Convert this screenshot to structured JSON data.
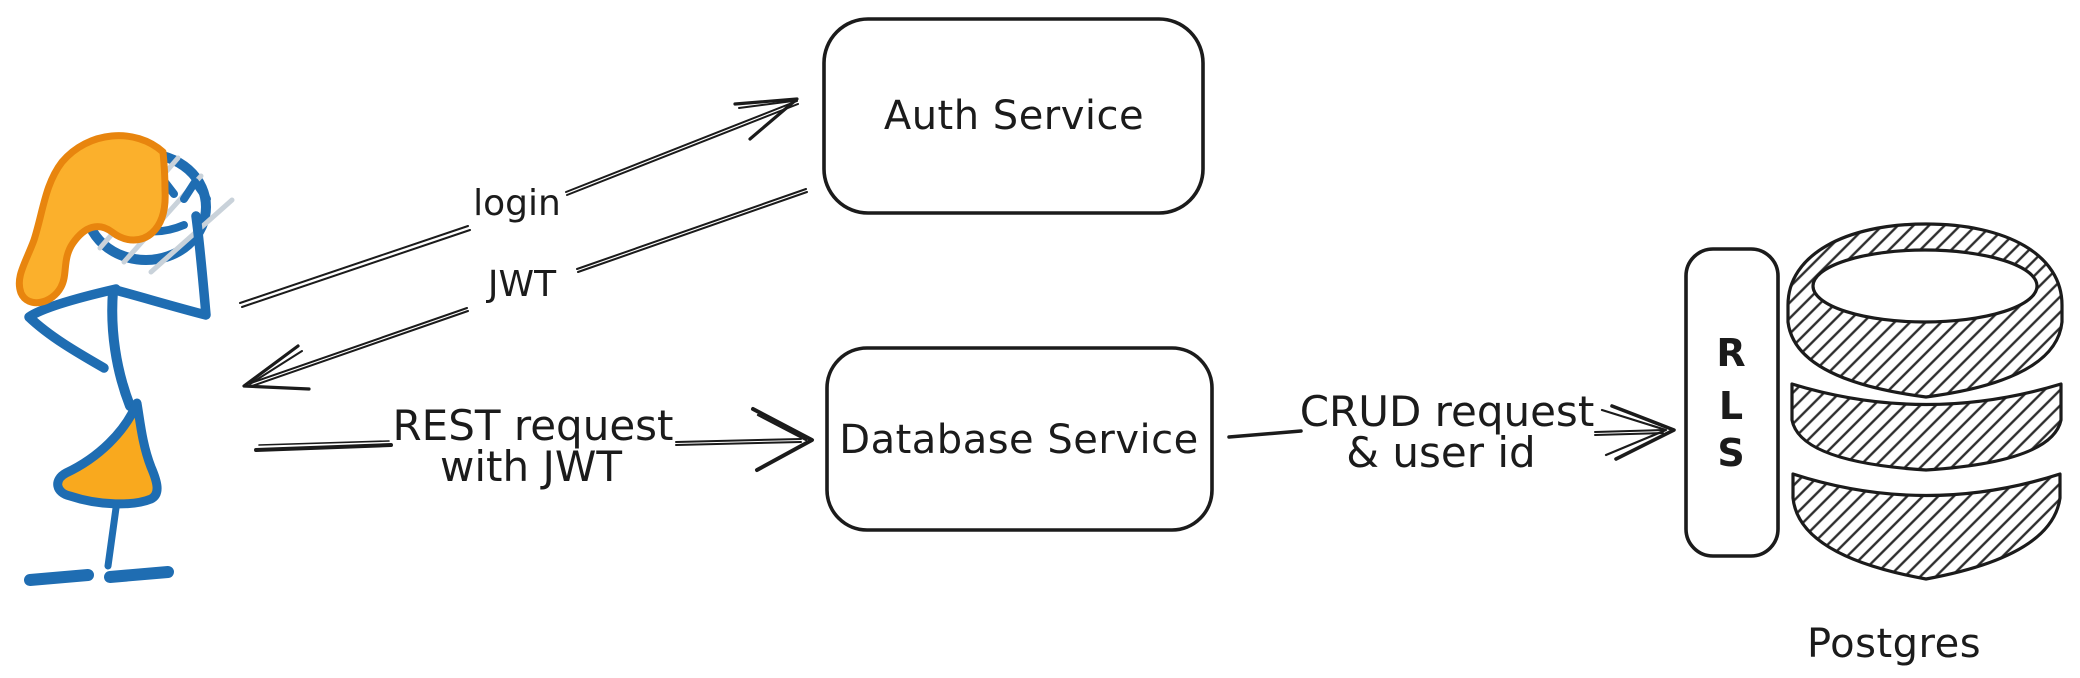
{
  "colors": {
    "canvas-bg": "#ffffff",
    "ink": "#1b1b1b",
    "blue": "#1f6db2",
    "orange-stroke": "#e8850e",
    "orange-fill": "#f9a91e",
    "hair-fill": "#fbb02c",
    "face-hatch": "#c9d2da"
  },
  "diagram": {
    "icons": {
      "user": "stick-figure-user-icon",
      "database": "database-cylinder-icon"
    },
    "nodes": {
      "auth": {
        "label": "Auth Service"
      },
      "db_service": {
        "label": "Database Service"
      },
      "rls": {
        "letters": [
          "R",
          "L",
          "S"
        ]
      },
      "postgres": {
        "label": "Postgres"
      }
    },
    "edges": {
      "login": {
        "label": "login"
      },
      "jwt": {
        "label": "JWT"
      },
      "rest": {
        "line1": "REST request",
        "line2": "with JWT"
      },
      "crud": {
        "line1": "CRUD request",
        "line2": "& user id"
      }
    }
  }
}
